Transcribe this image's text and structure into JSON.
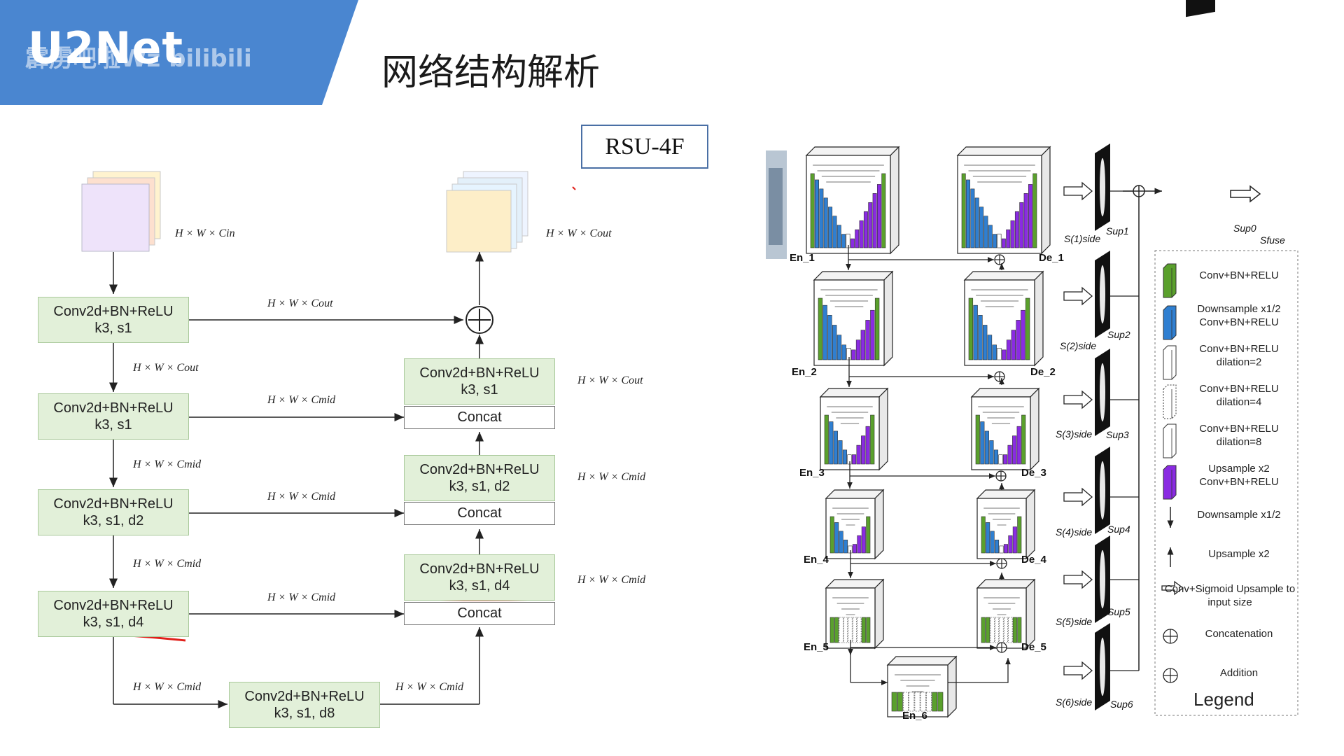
{
  "banner": {
    "title": "U2Net",
    "watermark": "霹雳吧啦Wz bilibili",
    "color": "#4a86d0"
  },
  "page_title": "网络结构解析",
  "rsu": {
    "label": "RSU-4F",
    "input_dim": "H × W × Cin",
    "output_dim": "H × W × Cout",
    "encoder_blocks": [
      {
        "line1": "Conv2d+BN+ReLU",
        "line2": "k3, s1"
      },
      {
        "line1": "Conv2d+BN+ReLU",
        "line2": "k3, s1"
      },
      {
        "line1": "Conv2d+BN+ReLU",
        "line2": "k3, s1, d2"
      },
      {
        "line1": "Conv2d+BN+ReLU",
        "line2": "k3, s1, d4"
      }
    ],
    "bottom_block": {
      "line1": "Conv2d+BN+ReLU",
      "line2": "k3, s1, d8"
    },
    "decoder_blocks": [
      {
        "line1": "Conv2d+BN+ReLU",
        "line2": "k3, s1"
      },
      {
        "line1": "Conv2d+BN+ReLU",
        "line2": "k3, s1, d2"
      },
      {
        "line1": "Conv2d+BN+ReLU",
        "line2": "k3, s1, d4"
      }
    ],
    "concat_label": "Concat",
    "dims": {
      "enc1_out": "H × W × Cout",
      "down1": "H × W × Cout",
      "enc2_out": "H × W × Cmid",
      "down2": "H × W × Cmid",
      "enc3_out": "H × W × Cmid",
      "down3": "H × W × Cmid",
      "enc4_out": "H × W × Cmid",
      "to_bottom": "H × W × Cmid",
      "bottom_out": "H × W × Cmid",
      "dec1": "H × W × Cout",
      "dec2": "H × W × Cmid",
      "dec3": "H × W × Cmid"
    }
  },
  "u2net": {
    "encoders": [
      "En_1",
      "En_2",
      "En_3",
      "En_4",
      "En_5",
      "En_6"
    ],
    "decoders": [
      "De_1",
      "De_2",
      "De_3",
      "De_4",
      "De_5"
    ],
    "side_labels": [
      "S(1)side",
      "S(2)side",
      "S(3)side",
      "S(4)side",
      "S(5)side",
      "S(6)side"
    ],
    "sup_labels": [
      "Sup1",
      "Sup2",
      "Sup3",
      "Sup4",
      "Sup5",
      "Sup6"
    ],
    "sup0": "Sup0",
    "sfuse": "Sfuse"
  },
  "legend": {
    "items": [
      {
        "icon": "green-block-icon",
        "text": "Conv+BN+RELU"
      },
      {
        "icon": "blue-block-icon",
        "text": "Downsample x1/2 Conv+BN+RELU"
      },
      {
        "icon": "white-block-icon",
        "text": "Conv+BN+RELU dilation=2"
      },
      {
        "icon": "dotted-block-icon",
        "text": "Conv+BN+RELU dilation=4"
      },
      {
        "icon": "light-block-icon",
        "text": "Conv+BN+RELU dilation=8"
      },
      {
        "icon": "purple-block-icon",
        "text": "Upsample x2 Conv+BN+RELU"
      },
      {
        "icon": "down-arrow-icon",
        "text": "Downsample x1/2"
      },
      {
        "icon": "up-arrow-icon",
        "text": "Upsample x2"
      },
      {
        "icon": "hollow-arrow-icon",
        "text": "Conv+Sigmoid Upsample to input size"
      },
      {
        "icon": "concatenation-icon",
        "text": "Concatenation"
      },
      {
        "icon": "addition-icon",
        "text": "Addition"
      }
    ],
    "title": "Legend"
  },
  "colors": {
    "green": "#5aa02c",
    "blue": "#2f7fd1",
    "purple": "#8a2be2",
    "block_fill": "#e2f0d9",
    "red_mark": "#e0201a"
  }
}
